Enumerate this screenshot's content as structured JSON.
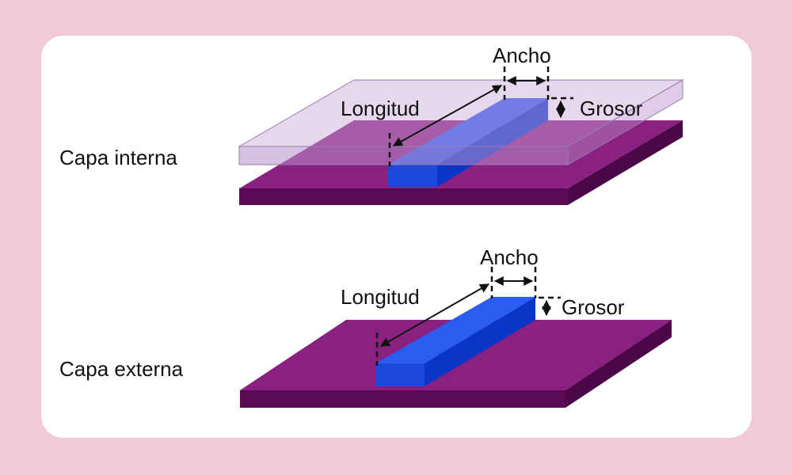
{
  "colors": {
    "background": "#f2c9d6",
    "card": "#ffffff",
    "substrate_top": "#8a2080",
    "substrate_side": "#5a0a55",
    "trace_top": "#1f4fe0",
    "trace_side": "#0a36c8",
    "dielectric": "#c8a6d8"
  },
  "inner": {
    "layer_label": "Capa interna",
    "width_label": "Ancho",
    "length_label": "Longitud",
    "thickness_label": "Grosor"
  },
  "outer": {
    "layer_label": "Capa externa",
    "width_label": "Ancho",
    "length_label": "Longitud",
    "thickness_label": "Grosor"
  }
}
